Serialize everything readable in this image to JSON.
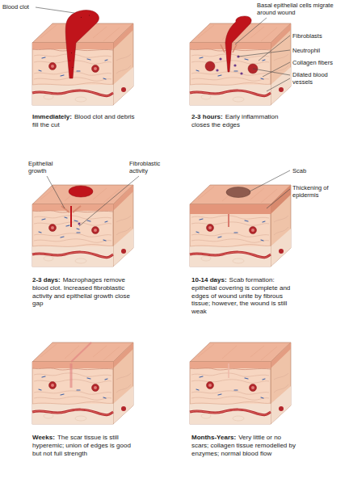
{
  "diagram": {
    "labels": [
      "Blood clot",
      "Basal epithelial cells migrate around wound",
      "Fibroblasts",
      "Neutrophil",
      "Collagen fibers",
      "Dilated blood vessels",
      "Immediately:",
      "Blood clot and debris fill the cut",
      "2-3 hours:",
      "Early inflammation closes the edges",
      "Epithelial growth",
      "Fibroblastic activity",
      "2-3 days:",
      "Macrophages remove blood clot. Increased fibroblastic activity and epithelial growth close gap",
      "Scab",
      "Thickening of epidermis",
      "10-14 days:",
      "Scab formation: epithelial covering is complete and edges of wound unite by fibrous tissue; however, the wound is still weak",
      "Weeks:",
      "The scar tissue is still hyperemic; union of edges is good but not full strength",
      "Months-Years:",
      "Very little or no scars; collagen tissue remodelled by enzymes; normal blood flow"
    ]
  }
}
